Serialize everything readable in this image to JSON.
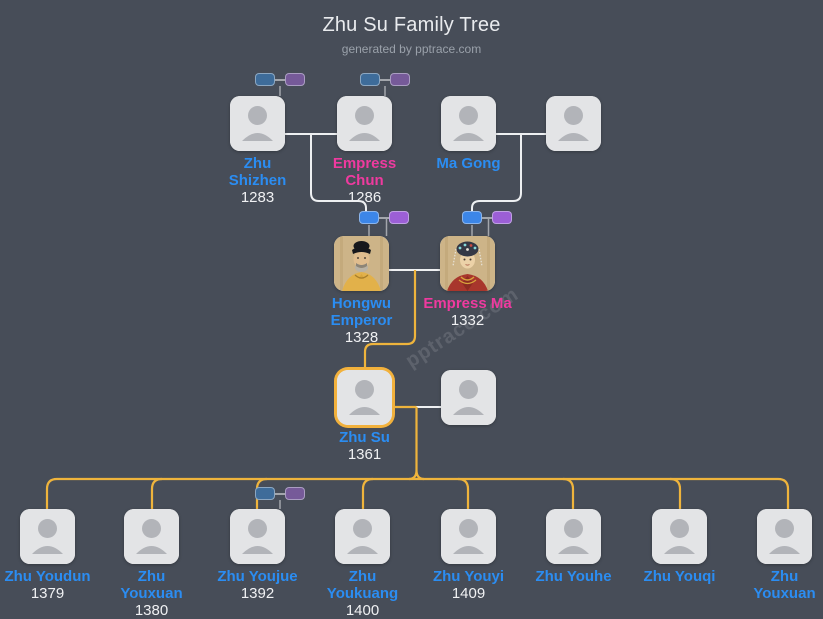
{
  "title": "Zhu Su Family Tree",
  "subtitle": "generated by pptrace.com",
  "watermark": "pptrace.com",
  "colors": {
    "background": "#474d58",
    "card_background": "#e3e4e6",
    "male_name": "#2b8df2",
    "female_name": "#ef3a9f",
    "year_text": "#f0f1f3",
    "default_line": "#eef0f2",
    "highlight_line": "#efb43c",
    "selected_border": "#f2b13c",
    "mini_male": "#3c86e8",
    "mini_female": "#9c5fd6",
    "mini_male_muted": "#3e6c9a",
    "mini_female_muted": "#765a99"
  },
  "people": [
    {
      "id": "zhu-shizhen",
      "name_lines": [
        "Zhu",
        "Shizhen"
      ],
      "year": "1283",
      "color": "male",
      "portrait": "placeholder",
      "selected": false
    },
    {
      "id": "empress-chun",
      "name_lines": [
        "Empress",
        "Chun"
      ],
      "year": "1286",
      "color": "female",
      "portrait": "placeholder",
      "selected": false
    },
    {
      "id": "ma-gong",
      "name_lines": [
        "Ma Gong"
      ],
      "year": "",
      "color": "male",
      "portrait": "placeholder",
      "selected": false
    },
    {
      "id": "top-spouse",
      "name_lines": [],
      "year": "",
      "color": "male",
      "portrait": "placeholder",
      "selected": false
    },
    {
      "id": "hongwu",
      "name_lines": [
        "Hongwu",
        "Emperor"
      ],
      "year": "1328",
      "color": "male",
      "portrait": "emperor",
      "selected": false
    },
    {
      "id": "empress-ma",
      "name_lines": [
        "Empress Ma"
      ],
      "year": "1332",
      "color": "female",
      "portrait": "empress",
      "selected": false
    },
    {
      "id": "zhu-su",
      "name_lines": [
        "Zhu Su"
      ],
      "year": "1361",
      "color": "male",
      "portrait": "placeholder",
      "selected": true
    },
    {
      "id": "zhu-su-spouse",
      "name_lines": [],
      "year": "",
      "color": "male",
      "portrait": "placeholder",
      "selected": false
    },
    {
      "id": "zhu-youdun",
      "name_lines": [
        "Zhu Youdun"
      ],
      "year": "1379",
      "color": "male",
      "portrait": "placeholder",
      "selected": false
    },
    {
      "id": "zhu-youxuan",
      "name_lines": [
        "Zhu",
        "Youxuan"
      ],
      "year": "1380",
      "color": "male",
      "portrait": "placeholder",
      "selected": false
    },
    {
      "id": "zhu-youjue",
      "name_lines": [
        "Zhu Youjue"
      ],
      "year": "1392",
      "color": "male",
      "portrait": "placeholder",
      "selected": false
    },
    {
      "id": "zhu-youkuang",
      "name_lines": [
        "Zhu",
        "Youkuang"
      ],
      "year": "1400",
      "color": "male",
      "portrait": "placeholder",
      "selected": false
    },
    {
      "id": "zhu-youyi",
      "name_lines": [
        "Zhu Youyi"
      ],
      "year": "1409",
      "color": "male",
      "portrait": "placeholder",
      "selected": false
    },
    {
      "id": "zhu-youhe",
      "name_lines": [
        "Zhu Youhe"
      ],
      "year": "",
      "color": "male",
      "portrait": "placeholder",
      "selected": false
    },
    {
      "id": "zhu-youqi",
      "name_lines": [
        "Zhu Youqi"
      ],
      "year": "",
      "color": "male",
      "portrait": "placeholder",
      "selected": false
    },
    {
      "id": "zhu-youxuan-2",
      "name_lines": [
        "Zhu",
        "Youxuan"
      ],
      "year": "",
      "color": "male",
      "portrait": "placeholder",
      "selected": false
    }
  ]
}
